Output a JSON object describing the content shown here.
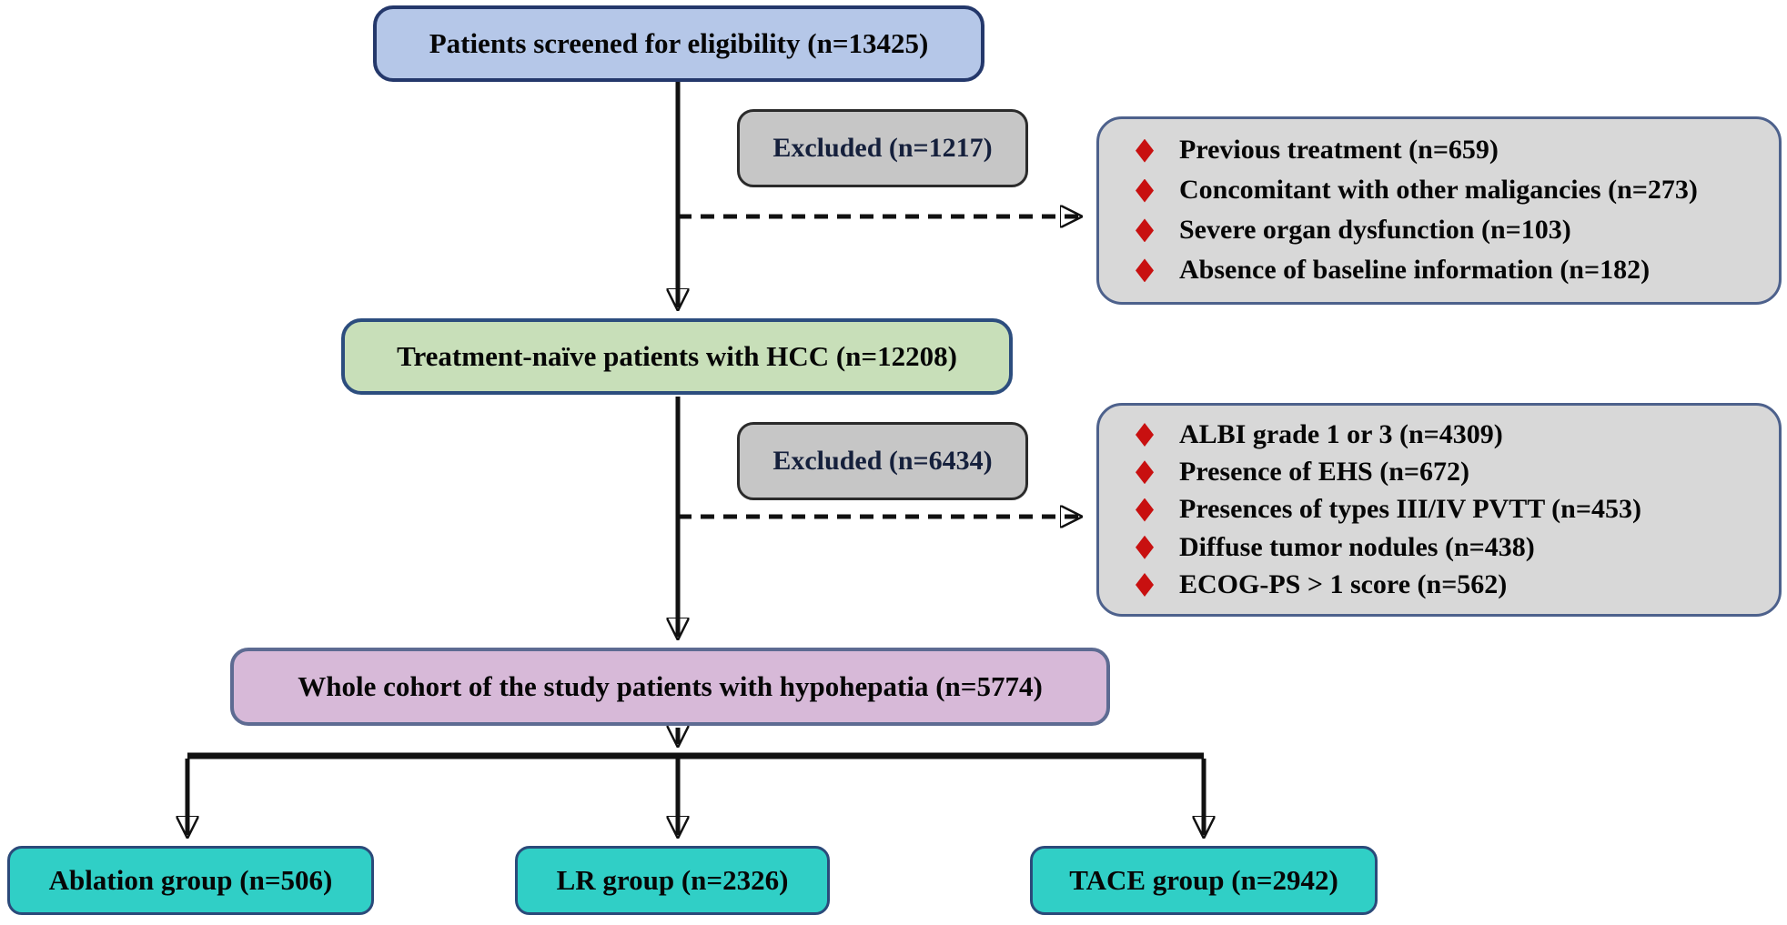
{
  "colors": {
    "screened-fill": "#b5c7e8",
    "screened-border": "#24386b",
    "excluded-fill": "#c6c6c6",
    "excluded-border": "#2b2b2b",
    "list-fill": "#d8d8d8",
    "list-border": "#4d618c",
    "naive-fill": "#c8dfb9",
    "naive-border": "#2c4d7e",
    "cohort-fill": "#d7b9d8",
    "cohort-border": "#5d6b92",
    "group-fill": "#30cfc6",
    "group-border": "#2b4a7a",
    "diamond-red": "#c81010",
    "line": "#111111",
    "text": "#060606",
    "excluded-text": "#15203c"
  },
  "icons": {
    "bullet": "diamond-icon"
  },
  "flow": {
    "screened": {
      "label": "Patients screened for eligibility (n=13425)"
    },
    "exclusion1": {
      "header": "Excluded (n=1217)",
      "reasons": [
        "Previous treatment (n=659)",
        "Concomitant with other maligancies (n=273)",
        "Severe organ dysfunction (n=103)",
        "Absence of baseline information (n=182)"
      ]
    },
    "naive": {
      "label": "Treatment-naïve patients with HCC (n=12208)"
    },
    "exclusion2": {
      "header": "Excluded (n=6434)",
      "reasons": [
        "ALBI grade 1 or 3 (n=4309)",
        "Presence of EHS (n=672)",
        "Presences of types III/IV PVTT (n=453)",
        "Diffuse tumor nodules (n=438)",
        "ECOG-PS > 1 score (n=562)"
      ]
    },
    "cohort": {
      "label": "Whole cohort of the study patients with hypohepatia (n=5774)"
    },
    "groups": [
      {
        "label": "Ablation group (n=506)"
      },
      {
        "label": "LR group (n=2326)"
      },
      {
        "label": "TACE group (n=2942)"
      }
    ]
  }
}
